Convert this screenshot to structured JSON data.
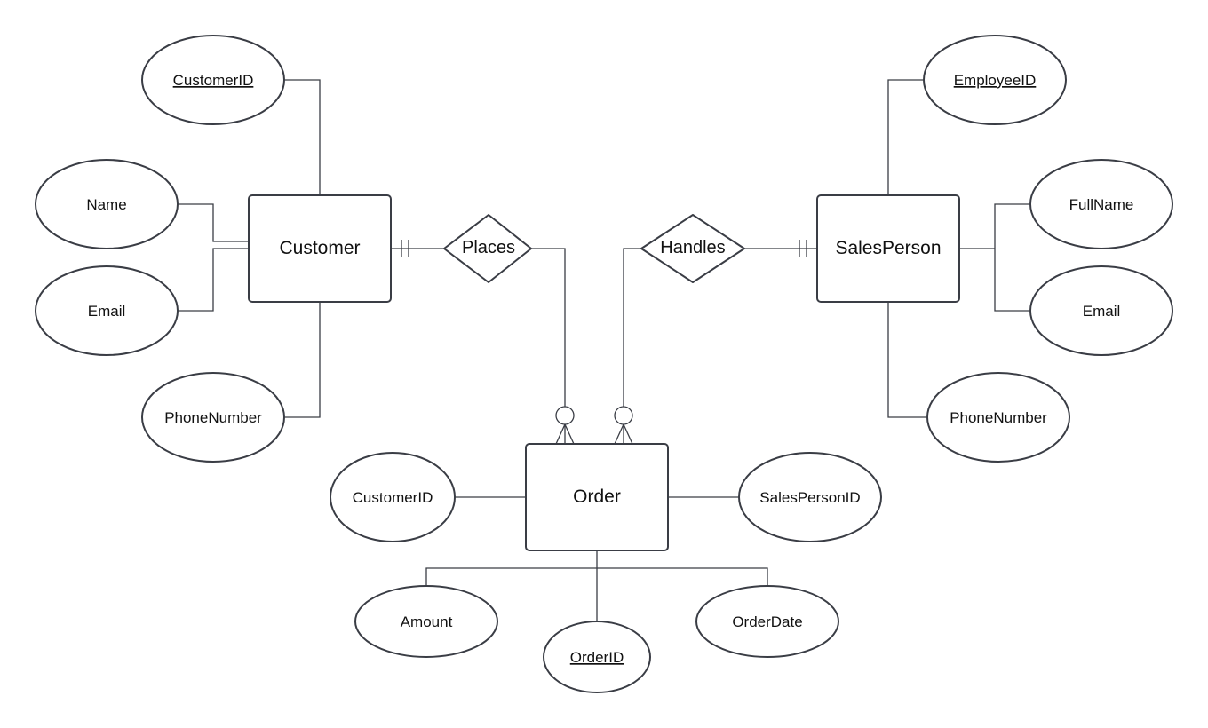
{
  "entities": {
    "customer": "Customer",
    "salesperson": "SalesPerson",
    "order": "Order"
  },
  "relationships": {
    "places": "Places",
    "handles": "Handles"
  },
  "attributes": {
    "customer": {
      "customer_id": "CustomerID",
      "name": "Name",
      "email": "Email",
      "phone": "PhoneNumber"
    },
    "salesperson": {
      "employee_id": "EmployeeID",
      "full_name": "FullName",
      "email": "Email",
      "phone": "PhoneNumber"
    },
    "order": {
      "customer_id": "CustomerID",
      "salesperson_id": "SalesPersonID",
      "amount": "Amount",
      "order_id": "OrderID",
      "order_date": "OrderDate"
    }
  },
  "cardinality": {
    "customer_side_places": "one-and-only-one",
    "order_side_places": "zero-or-many",
    "salesperson_side_handles": "one-and-only-one",
    "order_side_handles": "zero-or-many"
  },
  "primary_keys": [
    "CustomerID",
    "EmployeeID",
    "OrderID"
  ]
}
